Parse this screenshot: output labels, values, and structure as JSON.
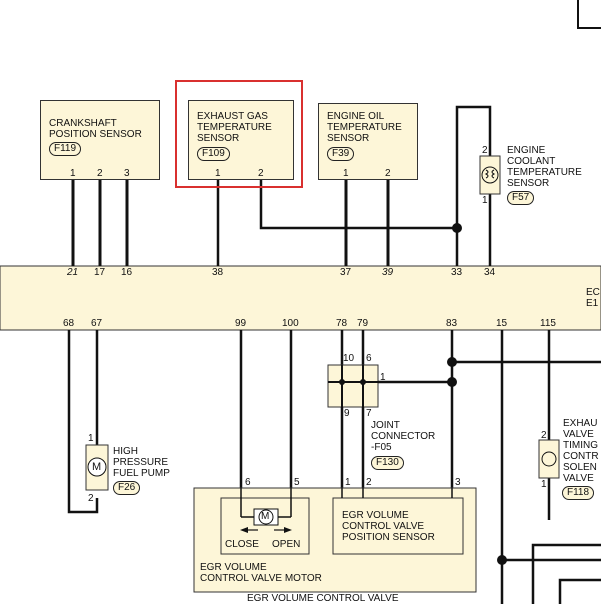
{
  "components": {
    "crankshaft": {
      "name": "CRANKSHAFT\nPOSITION SENSOR",
      "connector": "F119",
      "pins": [
        "1",
        "2",
        "3"
      ]
    },
    "exhaust_gas": {
      "name": "EXHAUST GAS\nTEMPERATURE\nSENSOR",
      "connector": "F109",
      "pins": [
        "1",
        "2"
      ]
    },
    "engine_oil": {
      "name": "ENGINE OIL\nTEMPERATURE\nSENSOR",
      "connector": "F39",
      "pins": [
        "1",
        "2"
      ]
    },
    "coolant": {
      "name": "ENGINE\nCOOLANT\nTEMPERATURE\nSENSOR",
      "connector": "F57",
      "pins": [
        "2",
        "1"
      ]
    },
    "fuel_pump": {
      "name": "HIGH\nPRESSURE\nFUEL PUMP",
      "connector": "F26",
      "pins": [
        "1",
        "2"
      ],
      "symbol": "M"
    },
    "joint": {
      "name": "JOINT\nCONNECTOR\n-F05",
      "connector": "F130",
      "pins": [
        "10",
        "6",
        "1",
        "9",
        "7"
      ]
    },
    "exhaust_valve": {
      "name": "EXHAU\nVALVE\nTIMING\nCONTR\nSOLEN\nVALVE",
      "connector": "F118",
      "pins": [
        "2",
        "1"
      ]
    },
    "egr_position": {
      "name": "EGR VOLUME\nCONTROL VALVE\nPOSITION SENSOR"
    },
    "egr_motor": {
      "name": "EGR VOLUME\nCONTROL VALVE MOTOR",
      "close": "CLOSE",
      "open": "OPEN",
      "symbol": "M",
      "pins": [
        "6",
        "5",
        "1",
        "2",
        "3"
      ]
    },
    "egr_valve": {
      "name": "EGR VOLUME CONTROL VALVE"
    }
  },
  "ecm": {
    "label": "EC\nE1",
    "top_pins": [
      "21",
      "17",
      "16",
      "38",
      "37",
      "39",
      "33",
      "34"
    ],
    "bottom_pins": [
      "68",
      "67",
      "99",
      "100",
      "78",
      "79",
      "83",
      "15",
      "115"
    ]
  }
}
